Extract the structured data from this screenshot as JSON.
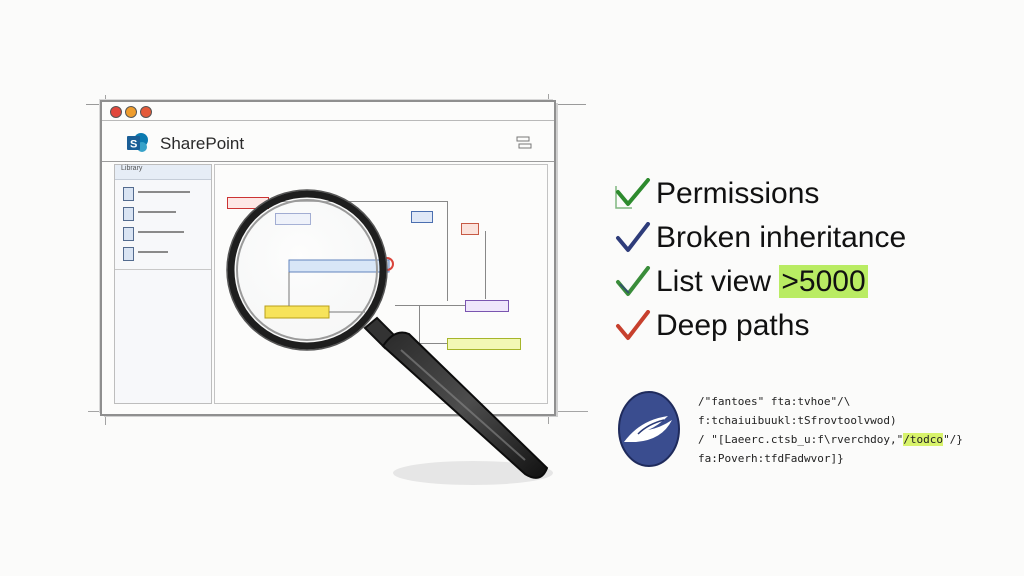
{
  "window": {
    "app_title": "SharePoint",
    "left_panel_label": "Library"
  },
  "checklist": [
    {
      "label": "Permissions",
      "mark_color": "#2e8b2e"
    },
    {
      "label": "Broken inheritance",
      "mark_color": "#2e3c7a"
    },
    {
      "label": "List view",
      "highlight": ">5000",
      "mark_color": "#3a8d3a"
    },
    {
      "label": "Deep paths",
      "mark_color": "#c7402d"
    }
  ],
  "code": {
    "lines": [
      "/\"fantoes\" fta:tvhoe\"/\\",
      "f:tchaiuibuukl:tSfrovtoolvwod)",
      "/ \"[Laeerc.ctsb_u:f\\rverchdoy,\"/todco\"/}",
      "fa:Poverh:tfdFadwvor]}"
    ],
    "highlight_text": "/todco"
  },
  "colors": {
    "sharepoint_blue": "#1f74b8",
    "highlight_green": "#b9ec63",
    "check_red": "#c7402d"
  },
  "icons": {
    "app_logo": "sharepoint-logo-icon",
    "magnifier": "magnifying-glass-icon",
    "code_logo": "bird-logo-icon"
  }
}
